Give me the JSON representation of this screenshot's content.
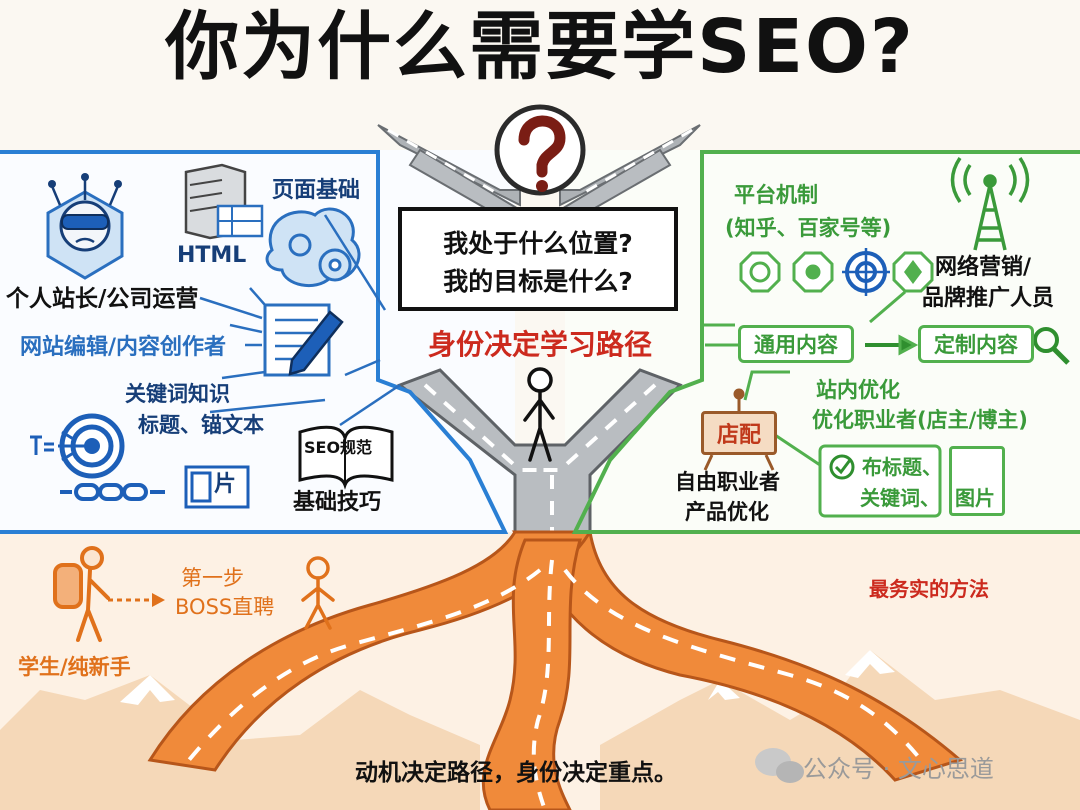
{
  "title": "你为什么需要学SEO?",
  "center": {
    "question_line1": "我处于什么位置?",
    "question_line2": "我的目标是什么?",
    "headline": "身份决定学习路径"
  },
  "left_panel": {
    "role_webmaster": "个人站长/公司运营",
    "page_basics": "页面基础",
    "html_label": "HTML",
    "role_editor": "网站编辑/内容创作者",
    "keyword_knowledge": "关键词知识",
    "title_anchor": "标题、锚文本",
    "seo_book": "SEO规范",
    "basic_skills": "基础技巧",
    "img_char": "片"
  },
  "right_panel": {
    "platform_line1": "平台机制",
    "platform_line2": "(知乎、百家号等)",
    "marketer_line1": "网络营销/",
    "marketer_line2": "品牌推广人员",
    "general_content": "通用内容",
    "custom_content": "定制内容",
    "onsite_line1": "站内优化",
    "onsite_line2": "优化职业者(店主/博主)",
    "shop_sign": "店配",
    "freelancer_line1": "自由职业者",
    "freelancer_line2": "产品优化",
    "check_line1": "布标题、",
    "check_line2": "关键词、",
    "image_label": "图片"
  },
  "bottom_panel": {
    "step_line1": "第一步",
    "step_line2": "BOSS直聘",
    "student": "学生/纯新手",
    "practical": "最务实的方法",
    "slogan": "动机决定路径，身份决定重点。",
    "watermark": "公众号 · 文心思道"
  },
  "colors": {
    "left_blue": "#2a7fd4",
    "right_green": "#52b04e",
    "orange_road": "#f08a3a",
    "headline_red": "#cc2a1e"
  }
}
